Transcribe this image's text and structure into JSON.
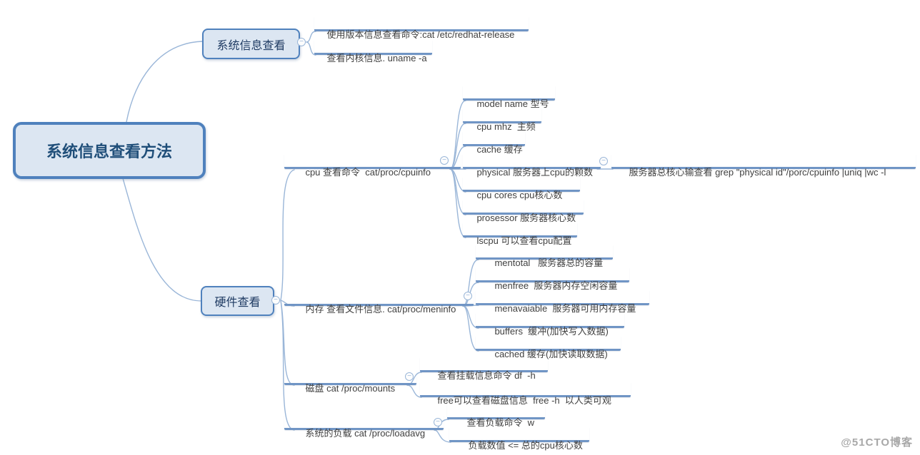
{
  "colors": {
    "branch_line": "#7095c5",
    "connector": "#9ab6d8",
    "box_border": "#4f81bd",
    "box_fill": "#dce6f2",
    "box_text": "#1f3b63",
    "root_text": "#1f4e79",
    "topic_text": "#3f3f3f",
    "watermark": "#a8a8a8",
    "background": "#ffffff"
  },
  "icons": {
    "collapse_glyph": "−"
  },
  "watermark": {
    "label": "@51CTO博客"
  },
  "mindmap": {
    "root": {
      "label": "系统信息查看方法"
    },
    "branches": [
      {
        "label": "系统信息查看",
        "children": [
          {
            "label": "使用版本信息查看命令:cat /etc/redhat-release"
          },
          {
            "label": "查看内核信息. uname -a"
          }
        ]
      },
      {
        "label": "硬件查看",
        "children": [
          {
            "label": "cpu 查看命令  cat/proc/cpuinfo",
            "children": [
              {
                "label": "model name 型号"
              },
              {
                "label": "cpu mhz  主频"
              },
              {
                "label": "cache 缓存"
              },
              {
                "label": "physical 服务器上cpu的颗数",
                "children": [
                  {
                    "label": "服务器总核心输查看 grep \"physical id\"/porc/cpuinfo |uniq |wc -l"
                  }
                ]
              },
              {
                "label": "cpu cores cpu核心数"
              },
              {
                "label": "prosessor 服务器核心数"
              },
              {
                "label": "lscpu 可以查看cpu配置"
              }
            ]
          },
          {
            "label": "内存 查看文件信息. cat/proc/meninfo",
            "children": [
              {
                "label": "mentotal   服务器总的容量"
              },
              {
                "label": "menfree  服务器内存空闲容量"
              },
              {
                "label": "menavaiable  服务器可用内存容量"
              },
              {
                "label": "buffers  缓冲(加快写入数据)"
              },
              {
                "label": "cached 缓存(加快读取数据)"
              }
            ]
          },
          {
            "label": "磁盘 cat /proc/mounts",
            "children": [
              {
                "label": "查看挂载信息命令 df  -h"
              },
              {
                "label": "free可以查看磁盘信息  free -h  以人类可观"
              }
            ]
          },
          {
            "label": "系统的负载 cat /proc/loadavg",
            "children": [
              {
                "label": "查看负载命令  w"
              },
              {
                "label": "负载数值 <= 总的cpu核心数"
              }
            ]
          }
        ]
      }
    ]
  }
}
